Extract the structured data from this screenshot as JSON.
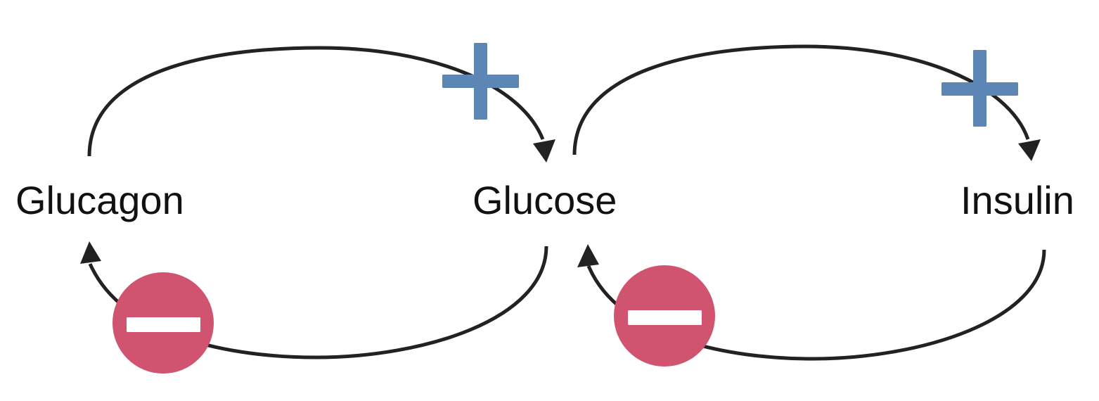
{
  "nodes": {
    "glucagon": "Glucagon",
    "glucose": "Glucose",
    "insulin": "Insulin"
  },
  "edges": [
    {
      "from": "Glucagon",
      "to": "Glucose",
      "effect": "positive",
      "symbol_icon": "plus-icon"
    },
    {
      "from": "Glucose",
      "to": "Glucagon",
      "effect": "negative",
      "symbol_icon": "minus-icon"
    },
    {
      "from": "Glucose",
      "to": "Insulin",
      "effect": "positive",
      "symbol_icon": "plus-icon"
    },
    {
      "from": "Insulin",
      "to": "Glucose",
      "effect": "negative",
      "symbol_icon": "minus-icon"
    }
  ],
  "colors": {
    "positive": "#5b86b5",
    "negative": "#d05470",
    "arrow": "#222222",
    "text": "#111111"
  }
}
